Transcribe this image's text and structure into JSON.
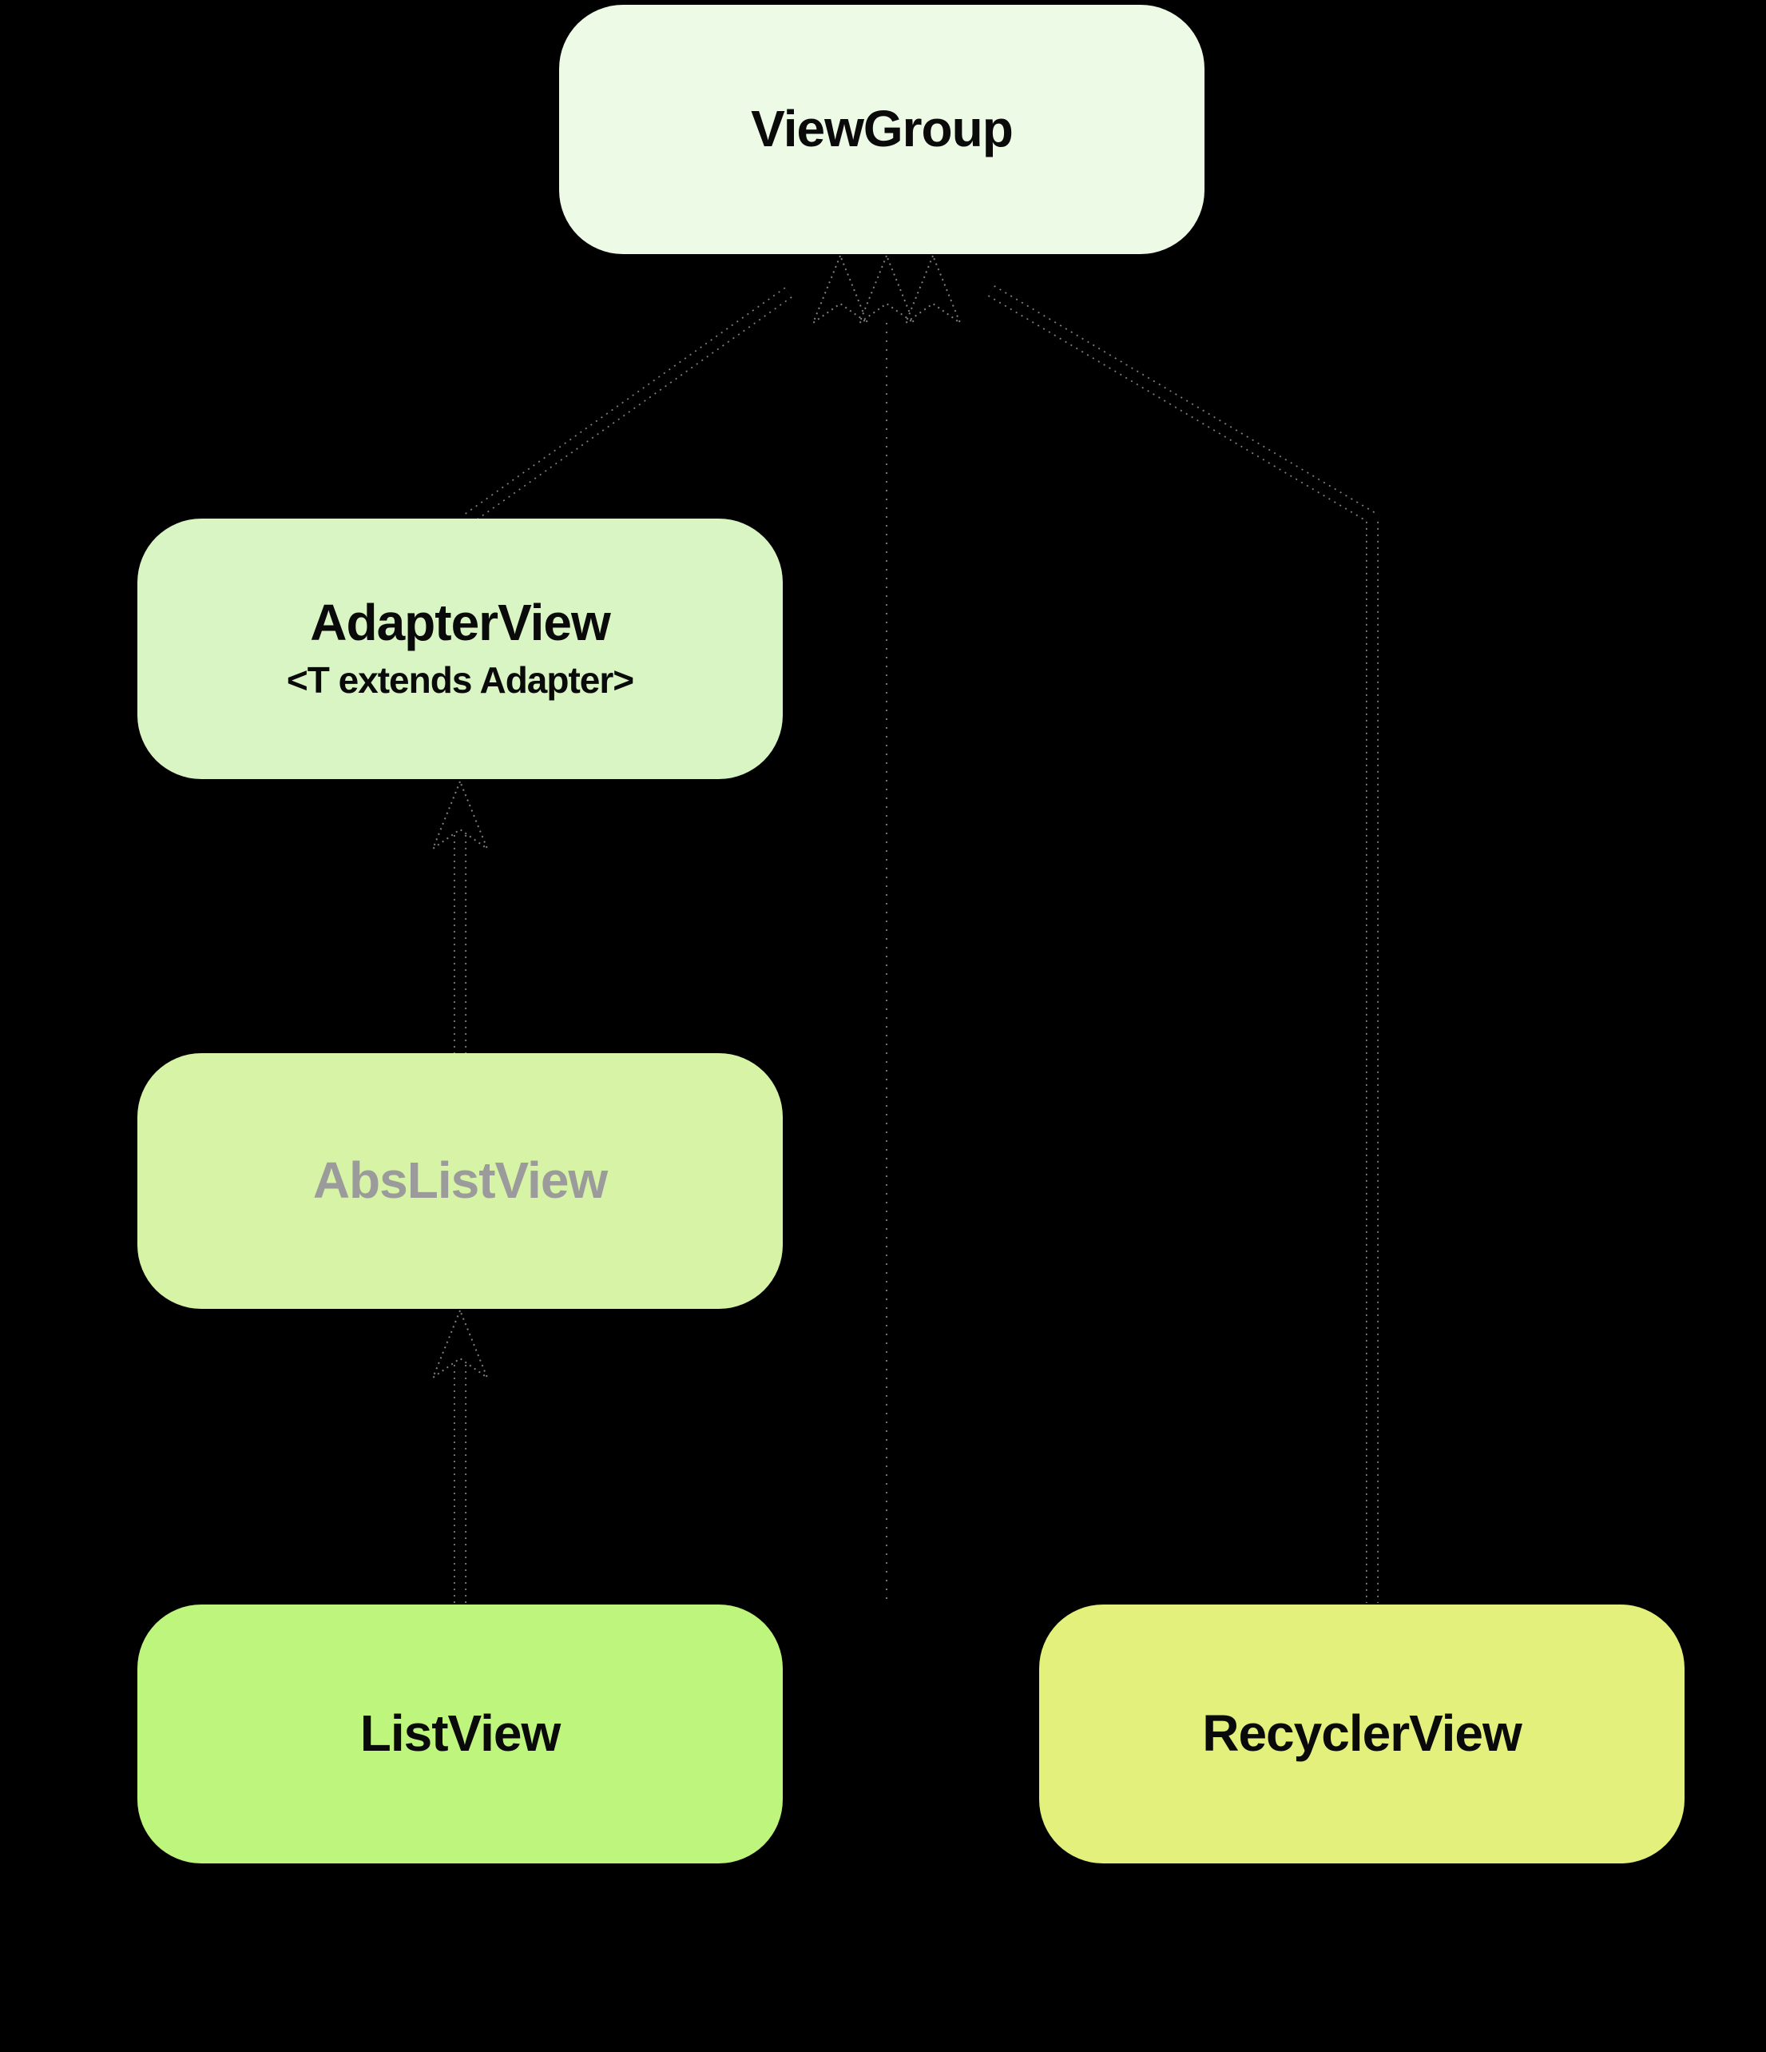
{
  "diagram": {
    "background_color": "#000000",
    "arrow_color": "#000000",
    "arrow_outline_color": "#FFFFFF",
    "nodes": [
      {
        "id": "viewgroup",
        "label": "ViewGroup",
        "color": "#EDFAE6",
        "text_color": "#0A0A0A"
      },
      {
        "id": "adapterview",
        "label": "AdapterView",
        "sublabel": "<T extends Adapter>",
        "color": "#D8F5C3",
        "text_color": "#0A0A0A"
      },
      {
        "id": "abslistview",
        "label": "AbsListView",
        "color": "#D6F3A6",
        "text_color": "#9B9B9B"
      },
      {
        "id": "listview",
        "label": "ListView",
        "color": "#BDF57D",
        "text_color": "#0A0A0A"
      },
      {
        "id": "recyclerview",
        "label": "RecyclerView",
        "color": "#E3F07C",
        "text_color": "#0A0A0A"
      }
    ],
    "edges": [
      {
        "from": "adapterview",
        "to": "viewgroup",
        "style": "solid-arrow"
      },
      {
        "from": "recyclerview",
        "to": "viewgroup",
        "style": "solid-arrow"
      },
      {
        "from": "unlabeled-center",
        "to": "viewgroup",
        "style": "dotted-arrow"
      },
      {
        "from": "abslistview",
        "to": "adapterview",
        "style": "solid-arrow"
      },
      {
        "from": "listview",
        "to": "abslistview",
        "style": "solid-arrow"
      }
    ]
  }
}
